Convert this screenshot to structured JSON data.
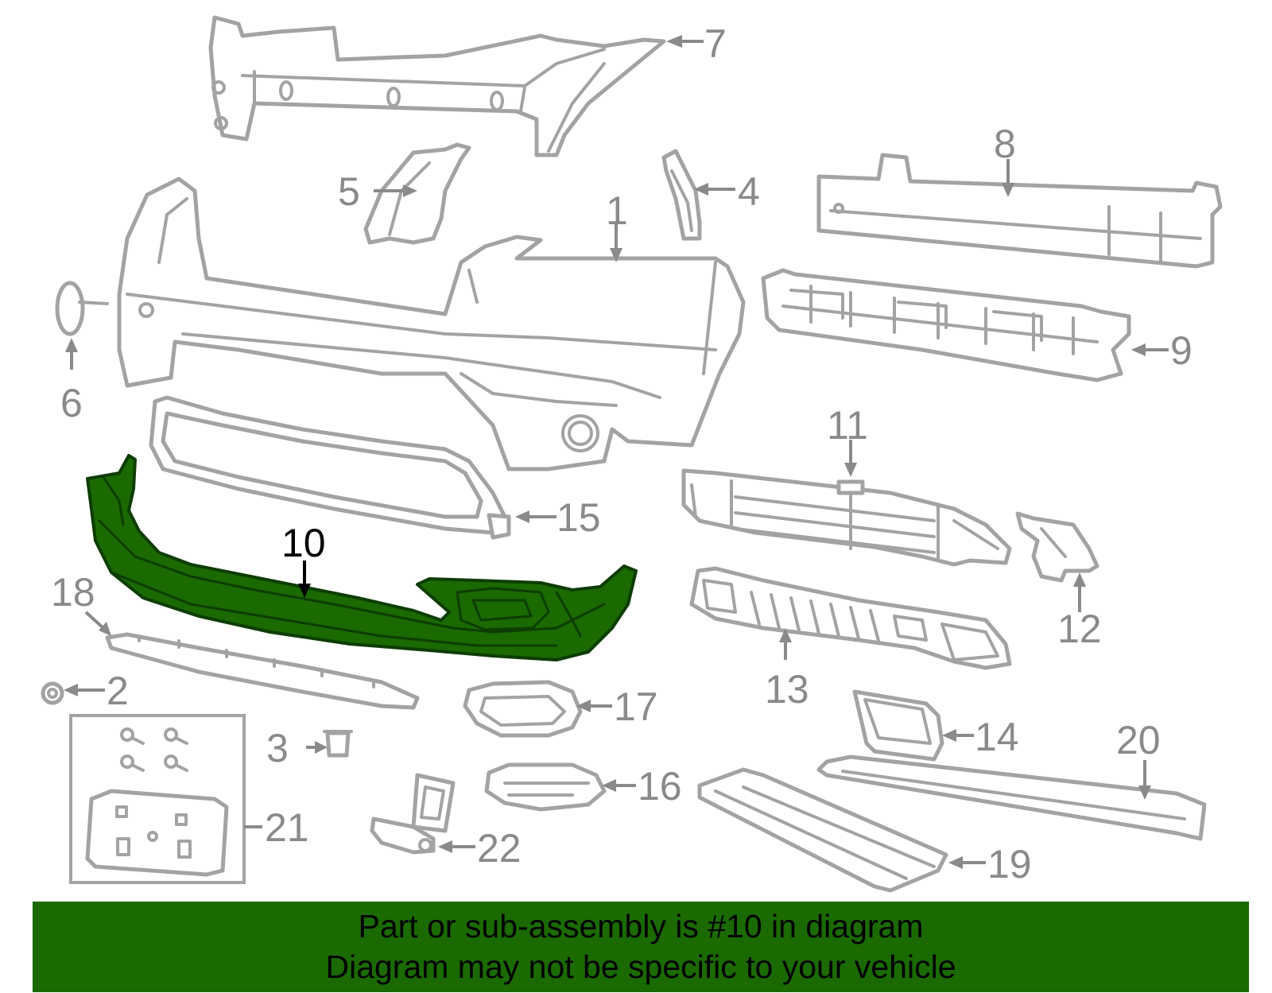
{
  "diagram": {
    "highlight_color": "#1a6a00",
    "highlighted_part": "10",
    "callouts": {
      "c1": "1",
      "c2": "2",
      "c3": "3",
      "c4": "4",
      "c5": "5",
      "c6": "6",
      "c7": "7",
      "c8": "8",
      "c9": "9",
      "c10": "10",
      "c11": "11",
      "c12": "12",
      "c13": "13",
      "c14": "14",
      "c15": "15",
      "c16": "16",
      "c17": "17",
      "c18": "18",
      "c19": "19",
      "c20": "20",
      "c21": "21",
      "c22": "22"
    }
  },
  "banner": {
    "line1": "Part or sub-assembly is #10 in diagram",
    "line2": "Diagram may not be specific to your vehicle",
    "background": "#1a6a00"
  }
}
